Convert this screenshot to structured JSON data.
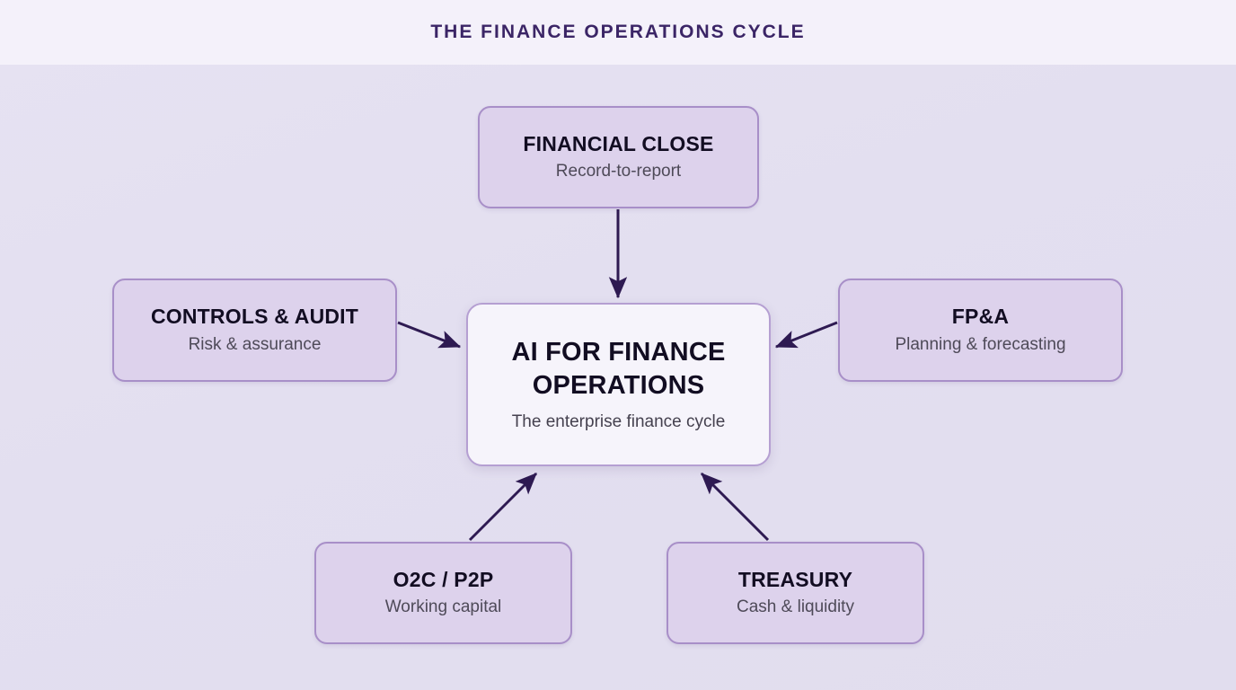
{
  "header": {
    "title": "THE FINANCE OPERATIONS CYCLE"
  },
  "theme": {
    "header_bg": "#f4f1fa",
    "canvas_bg": "#e3dff0",
    "node_fill": "#ddd2ec",
    "node_border": "#a88fc8",
    "center_fill": "#f6f4fb",
    "center_border": "#b59fd2",
    "title_color": "#3b2566",
    "node_title_color": "#120d22",
    "node_sub_color": "#4e4a58",
    "arrow_color": "#2e1a52"
  },
  "diagram": {
    "type": "hub-and-spoke",
    "center": {
      "id": "ai-for-finance-operations",
      "title": "AI FOR FINANCE OPERATIONS",
      "subtitle": "The enterprise finance cycle"
    },
    "nodes": [
      {
        "id": "financial-close",
        "title": "FINANCIAL CLOSE",
        "subtitle": "Record-to-report",
        "position": "top"
      },
      {
        "id": "controls-audit",
        "title": "CONTROLS & AUDIT",
        "subtitle": "Risk & assurance",
        "position": "left"
      },
      {
        "id": "fpa",
        "title": "FP&A",
        "subtitle": "Planning & forecasting",
        "position": "right"
      },
      {
        "id": "o2c-p2p",
        "title": "O2C / P2P",
        "subtitle": "Working capital",
        "position": "bottom-left"
      },
      {
        "id": "treasury",
        "title": "TREASURY",
        "subtitle": "Cash & liquidity",
        "position": "bottom-right"
      }
    ],
    "edges": [
      {
        "from": "financial-close",
        "to": "ai-for-finance-operations",
        "direction": "inward"
      },
      {
        "from": "controls-audit",
        "to": "ai-for-finance-operations",
        "direction": "inward"
      },
      {
        "from": "fpa",
        "to": "ai-for-finance-operations",
        "direction": "inward"
      },
      {
        "from": "o2c-p2p",
        "to": "ai-for-finance-operations",
        "direction": "inward"
      },
      {
        "from": "treasury",
        "to": "ai-for-finance-operations",
        "direction": "inward"
      }
    ]
  }
}
